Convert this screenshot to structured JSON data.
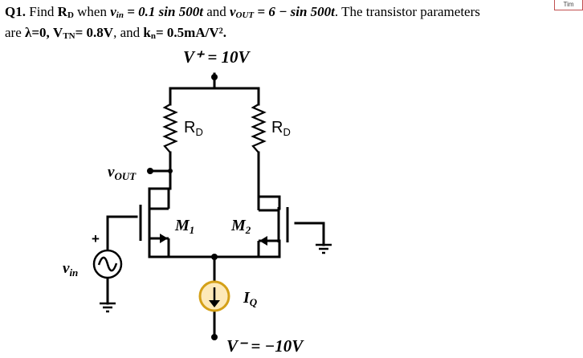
{
  "question": {
    "label": "Q1.",
    "t1": "Find ",
    "rd_main": "R",
    "rd_sub": "D",
    "t2": " when ",
    "vin_expr": "v",
    "vin_sub": "in",
    "vin_rhs": " = 0.1 sin 500t",
    "t3": " and ",
    "vout_expr": "v",
    "vout_sub": "OUT",
    "vout_rhs": " = 6 − sin 500t",
    "t4": ". The transistor parameters",
    "line2_a": "are ",
    "lambda": "λ=0, V",
    "vtn_sub": "TN",
    "vtn_val": "= 0.8V",
    "t5": ", and ",
    "kn_main": "k",
    "kn_sub": "n",
    "kn_val": "= 0.5mA/V².",
    "trailing_tab": "Tim"
  },
  "circuit": {
    "vplus_label": "V⁺ = 10V",
    "vminus_label": "V⁻ = −10V",
    "rd_left_main": "R",
    "rd_left_sub": "D",
    "rd_right_main": "R",
    "rd_right_sub": "D",
    "vout_main": "v",
    "vout_sub": "OUT",
    "vin_main": "v",
    "vin_sub": "in",
    "m1_main": "M",
    "m1_sub": "1",
    "m2_main": "M",
    "m2_sub": "2",
    "iq_main": "I",
    "iq_sub": "Q",
    "plus_sign": "+"
  },
  "colors": {
    "wire": "#000000",
    "current_source_fill": "#fde9b8",
    "current_source_stroke": "#d4a017"
  }
}
